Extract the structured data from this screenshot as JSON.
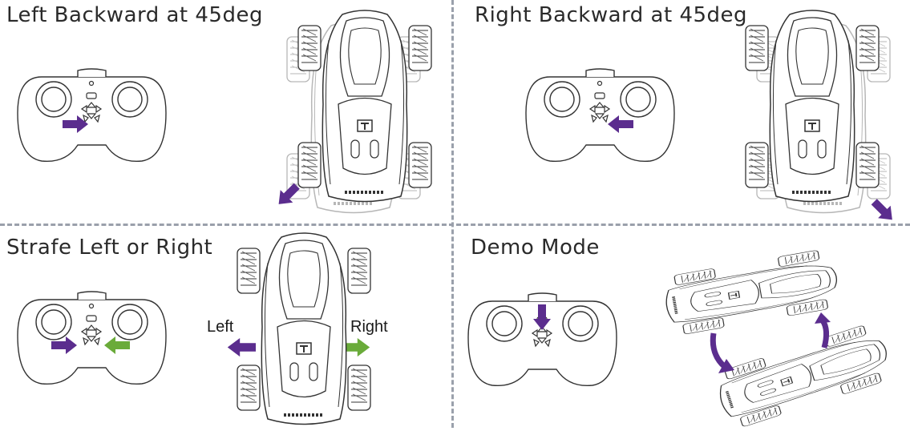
{
  "panels": {
    "left_backward": {
      "title": "Left Backward at 45deg"
    },
    "right_backward": {
      "title": "Right Backward at 45deg"
    },
    "strafe": {
      "title": "Strafe Left or Right",
      "left_label": "Left",
      "right_label": "Right"
    },
    "demo": {
      "title": "Demo Mode"
    }
  },
  "colors": {
    "arrow_purple": "#5b2d8e",
    "arrow_green": "#6aab3a",
    "line": "#333333",
    "divider": "#9aa0ab"
  },
  "icons": [
    "remote-controller-icon",
    "car-top-view-icon",
    "direction-arrow-icon",
    "rotate-arrow-icon"
  ]
}
